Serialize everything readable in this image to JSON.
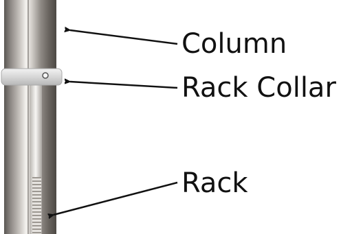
{
  "labels": {
    "column": "Column",
    "rack_collar": "Rack Collar",
    "rack": "Rack"
  },
  "colors": {
    "background": "#ffffff",
    "text": "#111111",
    "arrow": "#111111",
    "metal_dark": "#6e6a66",
    "metal_light": "#e9e7e4",
    "collar": "#dcdcdc"
  }
}
